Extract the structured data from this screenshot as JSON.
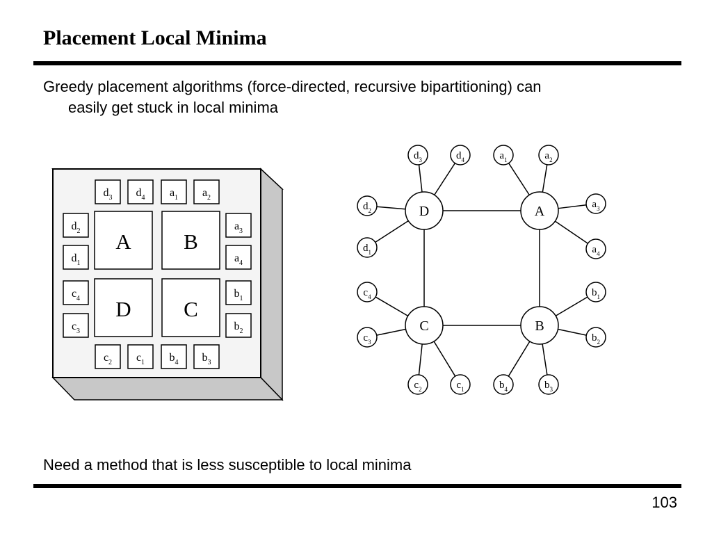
{
  "slide": {
    "title": "Placement Local Minima",
    "paragraph_line1": "Greedy placement algorithms (force-directed, recursive bipartitioning) can",
    "paragraph_line2": "easily get stuck in local minima",
    "footer_text": "Need a method that is less susceptible to local minima",
    "page_number": "103"
  },
  "chip": {
    "blocks": [
      "A",
      "B",
      "D",
      "C"
    ],
    "top_pins": [
      [
        "d",
        "3"
      ],
      [
        "d",
        "4"
      ],
      [
        "a",
        "1"
      ],
      [
        "a",
        "2"
      ]
    ],
    "left_pins": [
      [
        "d",
        "2"
      ],
      [
        "d",
        "1"
      ],
      [
        "c",
        "4"
      ],
      [
        "c",
        "3"
      ]
    ],
    "right_pins": [
      [
        "a",
        "3"
      ],
      [
        "a",
        "4"
      ],
      [
        "b",
        "1"
      ],
      [
        "b",
        "2"
      ]
    ],
    "bottom_pins": [
      [
        "c",
        "2"
      ],
      [
        "c",
        "1"
      ],
      [
        "b",
        "4"
      ],
      [
        "b",
        "3"
      ]
    ]
  },
  "graph": {
    "hubs": [
      "D",
      "A",
      "C",
      "B"
    ],
    "leaves": {
      "D": [
        [
          "d",
          "3"
        ],
        [
          "d",
          "4"
        ],
        [
          "d",
          "2"
        ],
        [
          "d",
          "1"
        ]
      ],
      "A": [
        [
          "a",
          "1"
        ],
        [
          "a",
          "2"
        ],
        [
          "a",
          "3"
        ],
        [
          "a",
          "4"
        ]
      ],
      "C": [
        [
          "c",
          "4"
        ],
        [
          "c",
          "3"
        ],
        [
          "c",
          "2"
        ],
        [
          "c",
          "1"
        ]
      ],
      "B": [
        [
          "b",
          "1"
        ],
        [
          "b",
          "2"
        ],
        [
          "b",
          "4"
        ],
        [
          "b",
          "3"
        ]
      ]
    }
  }
}
